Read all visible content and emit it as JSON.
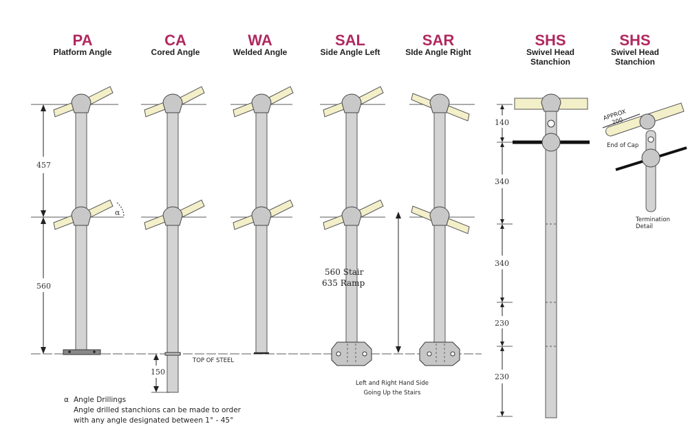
{
  "columns": [
    {
      "code": "PA",
      "name": "Platform Angle"
    },
    {
      "code": "CA",
      "name": "Cored Angle"
    },
    {
      "code": "WA",
      "name": "Welded Angle"
    },
    {
      "code": "SAL",
      "name": "Side Angle Left"
    },
    {
      "code": "SAR",
      "name": "SIde Angle Right"
    },
    {
      "code": "SHS",
      "name_line1": "Swivel Head",
      "name_line2": "Stanchion"
    },
    {
      "code": "SHS",
      "name_line1": "Swivel Head",
      "name_line2": "Stanchion"
    }
  ],
  "dimensions": {
    "pa_upper": "457",
    "pa_lower": "560",
    "ca_embed": "150",
    "shs_1": "140",
    "shs_2": "340",
    "shs_3": "340",
    "shs_4": "230",
    "shs_5": "230"
  },
  "labels": {
    "alpha": "α",
    "top_of_steel": "TOP OF STEEL",
    "stair": "560 Stair",
    "ramp": "635 Ramp",
    "side_note_1": "Left and Right Hand Side",
    "side_note_2": "Going Up the Stairs",
    "approx": "APPROX",
    "approx_value": "200",
    "end_of_cap": "End of Cap",
    "termination_1": "Termination",
    "termination_2": "Detail"
  },
  "footnote": {
    "symbol": "α",
    "title": "Angle Drillings",
    "line1": "Angle drilled stanchions can be made to order",
    "line2": "with any angle designated between 1° - 45°"
  }
}
